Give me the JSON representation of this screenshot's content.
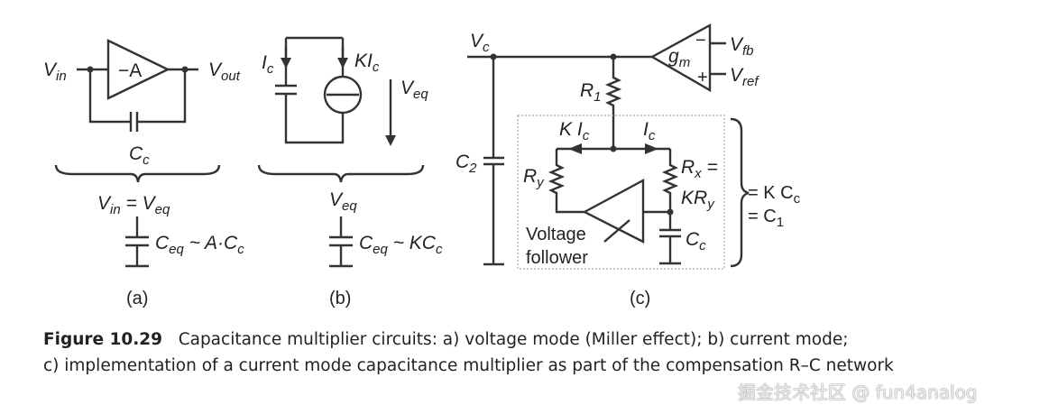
{
  "panel_a": {
    "vin": {
      "main": "V",
      "sub": "in"
    },
    "amp": "−A",
    "vout": {
      "main": "V",
      "sub": "out"
    },
    "cc": {
      "main": "C",
      "sub": "c"
    },
    "eq": {
      "a": "V",
      "asub": "in",
      "mid": " = V",
      "bsub": "eq"
    },
    "ceq": {
      "main": "C",
      "sub": "eq",
      "rest": " ~ A·C",
      "rsub": "c"
    },
    "tag": "(a)"
  },
  "panel_b": {
    "ic": {
      "main": "I",
      "sub": "c"
    },
    "kic": {
      "main": "KI",
      "sub": "c"
    },
    "veq_arrow": {
      "main": "V",
      "sub": "eq"
    },
    "veq": {
      "main": "V",
      "sub": "eq"
    },
    "ceq": {
      "main": "C",
      "sub": "eq",
      "rest": " ~ KC",
      "rsub": "c"
    },
    "tag": "(b)"
  },
  "panel_c": {
    "vc": {
      "main": "V",
      "sub": "c"
    },
    "gm": {
      "main": "g",
      "sub": "m"
    },
    "minus": "−",
    "plus": "+",
    "vfb": {
      "main": "V",
      "sub": "fb"
    },
    "vref": {
      "main": "V",
      "sub": "ref"
    },
    "r1": {
      "main": "R",
      "sub": "1"
    },
    "c2": {
      "main": "C",
      "sub": "2"
    },
    "kic": {
      "main": "K I",
      "sub": "c"
    },
    "ic": {
      "main": "I",
      "sub": "c"
    },
    "ry": {
      "main": "R",
      "sub": "y"
    },
    "rx": {
      "main": "R",
      "sub": "x",
      "rest": " ="
    },
    "kry": {
      "main": "KR",
      "sub": "y"
    },
    "cc": {
      "main": "C",
      "sub": "c"
    },
    "follower_line1": "Voltage",
    "follower_line2": "follower",
    "kcc": {
      "main": "= K C",
      "sub": "c"
    },
    "c1": {
      "main": "= C",
      "sub": "1"
    },
    "tag": "(c)"
  },
  "caption": {
    "label": "Figure 10.29",
    "line1": "Capacitance multiplier circuits: a) voltage mode (Miller effect); b) current mode;",
    "line2": "c) implementation of a current mode capacitance multiplier as part of the compensation R–C network"
  },
  "watermark": "掘金技术社区 @ fun4analog"
}
